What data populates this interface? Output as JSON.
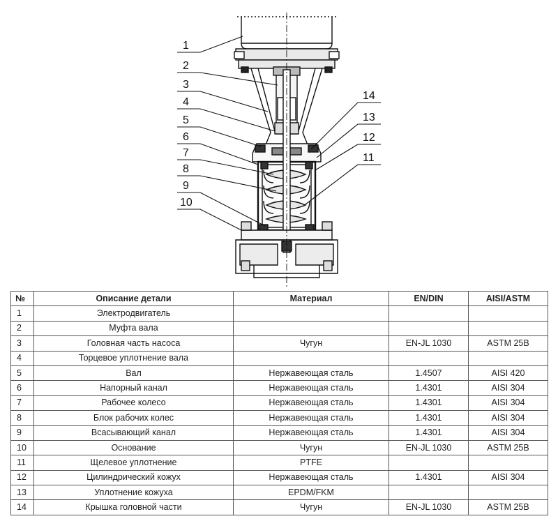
{
  "callouts": [
    "1",
    "2",
    "3",
    "4",
    "5",
    "6",
    "7",
    "8",
    "9",
    "10",
    "11",
    "12",
    "13",
    "14"
  ],
  "table": {
    "headers": {
      "num": "№",
      "description": "Описание детали",
      "material": "Материал",
      "en_din": "EN/DIN",
      "aisi_astm": "AISI/ASTM"
    },
    "rows": [
      {
        "num": "1",
        "description": "Электродвигатель",
        "material": "",
        "en_din": "",
        "aisi_astm": ""
      },
      {
        "num": "2",
        "description": "Муфта вала",
        "material": "",
        "en_din": "",
        "aisi_astm": ""
      },
      {
        "num": "3",
        "description": "Головная часть насоса",
        "material": "Чугун",
        "en_din": "EN-JL 1030",
        "aisi_astm": "ASTM 25B"
      },
      {
        "num": "4",
        "description": "Торцевое уплотнение вала",
        "material": "",
        "en_din": "",
        "aisi_astm": ""
      },
      {
        "num": "5",
        "description": "Вал",
        "material": "Нержавеющая сталь",
        "en_din": "1.4507",
        "aisi_astm": "AISI 420"
      },
      {
        "num": "6",
        "description": "Напорный канал",
        "material": "Нержавеющая сталь",
        "en_din": "1.4301",
        "aisi_astm": "AISI 304"
      },
      {
        "num": "7",
        "description": "Рабочее колесо",
        "material": "Нержавеющая сталь",
        "en_din": "1.4301",
        "aisi_astm": "AISI 304"
      },
      {
        "num": "8",
        "description": "Блок рабочих колес",
        "material": "Нержавеющая сталь",
        "en_din": "1.4301",
        "aisi_astm": "AISI 304"
      },
      {
        "num": "9",
        "description": "Всасывающий канал",
        "material": "Нержавеющая сталь",
        "en_din": "1.4301",
        "aisi_astm": "AISI 304"
      },
      {
        "num": "10",
        "description": "Основание",
        "material": "Чугун",
        "en_din": "EN-JL 1030",
        "aisi_astm": "ASTM 25B"
      },
      {
        "num": "11",
        "description": "Щелевое уплотнение",
        "material": "PTFE",
        "en_din": "",
        "aisi_astm": ""
      },
      {
        "num": "12",
        "description": "Цилиндрический кожух",
        "material": "Нержавеющая сталь",
        "en_din": "1.4301",
        "aisi_astm": "AISI 304"
      },
      {
        "num": "13",
        "description": "Уплотнение кожуха",
        "material": "EPDM/FKM",
        "en_din": "",
        "aisi_astm": ""
      },
      {
        "num": "14",
        "description": "Крышка головной части",
        "material": "Чугун",
        "en_din": "EN-JL 1030",
        "aisi_astm": "ASTM 25B"
      }
    ]
  }
}
